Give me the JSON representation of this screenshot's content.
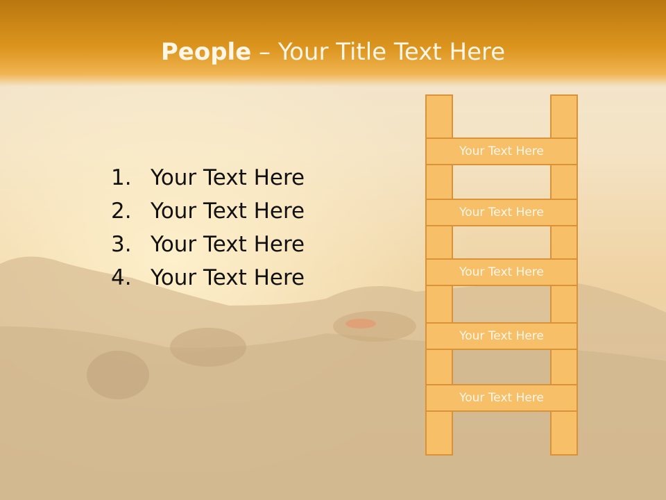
{
  "slide": {
    "title_bold": "People",
    "title_rest": " – Your Title Text Here",
    "list_items": [
      {
        "number": "1.",
        "text": "Your Text Here"
      },
      {
        "number": "2.",
        "text": "Your Text Here"
      },
      {
        "number": "3.",
        "text": "Your Text Here"
      },
      {
        "number": "4.",
        "text": "Your Text Here"
      }
    ],
    "ladder_rungs": [
      {
        "text": "Your Text Here"
      },
      {
        "text": "Your Text Here"
      },
      {
        "text": "Your Text Here"
      },
      {
        "text": "Your Text Here"
      },
      {
        "text": "Your Text Here"
      }
    ]
  },
  "colors": {
    "accent": "#dc951e",
    "ladder_fill": "#f6bf68",
    "ladder_border": "#d99237"
  }
}
